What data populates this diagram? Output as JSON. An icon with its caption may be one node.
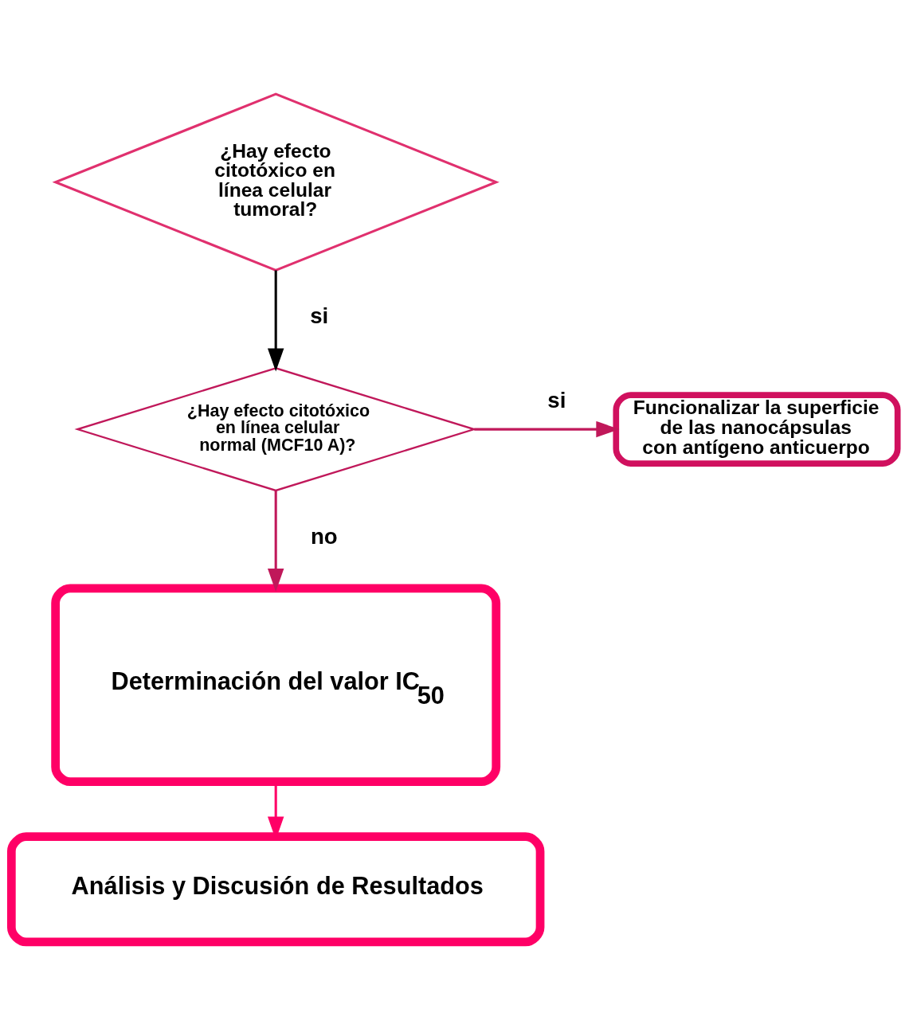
{
  "diagram": {
    "nodes": [
      {
        "text": [
          "¿Hay efecto citotóxico en línea celular tumoral?"
        ]
      },
      {
        "text": [
          "¿Hay efecto citotóxico en línea celular normal (MCF10 A)?"
        ]
      },
      {
        "text": [
          "Funcionalizar la superficie de las nanocápsulas con antígeno anticuerpo"
        ]
      },
      {
        "text": [
          "Determinación del valor IC$_{50}$"
        ]
      },
      {
        "text": [
          "Análisis y Discusión de Resultados"
        ]
      }
    ],
    "edges": [
      {
        "from": 0,
        "to": 1,
        "arrow": "to",
        "label": "si",
        "color": "#000000"
      },
      {
        "from": 1,
        "to": 2,
        "arrow": "to",
        "label": "si"
      },
      {
        "from": 1,
        "to": 3,
        "arrow": "to",
        "label": "no"
      },
      {
        "from": 3,
        "to": 4,
        "arrow": "to",
        "color": "#ff0066"
      }
    ]
  }
}
